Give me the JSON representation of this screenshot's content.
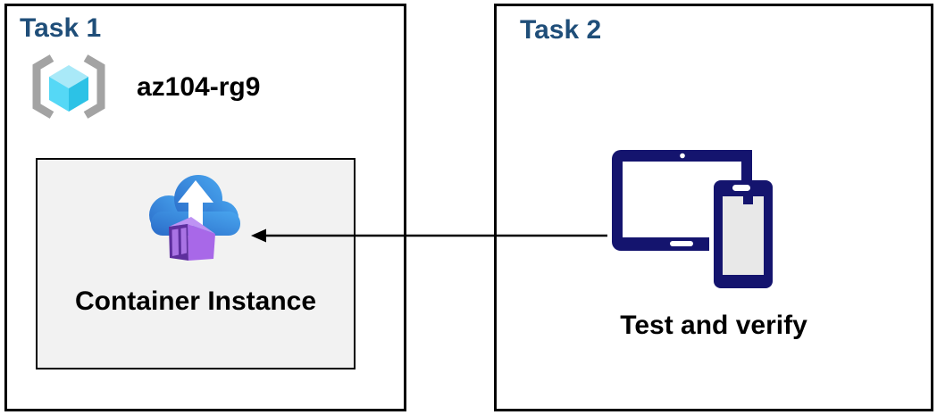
{
  "diagram": {
    "task1": {
      "title": "Task 1",
      "resource_group": {
        "icon": "resource-group-icon",
        "name": "az104-rg9"
      },
      "container_box": {
        "icon": "container-instance-icon",
        "label": "Container Instance"
      }
    },
    "task2": {
      "title": "Task 2",
      "icon": "tablet-and-phone-icon",
      "label": "Test and verify"
    },
    "arrow": {
      "icon": "left-arrow-icon",
      "from": "Test and verify",
      "to": "Container Instance"
    }
  },
  "colors": {
    "task_title_blue": "#1f4e79",
    "box_border": "#000000",
    "inner_box_bg": "#f2f2f2",
    "device_navy": "#14146e",
    "device_screen_gray": "#e8e8e8",
    "bracket_gray": "#a3a3a3",
    "cube_top": "#a9e9f8",
    "cube_left": "#55d8f6",
    "cube_right": "#2cc2e6",
    "cloud_blue_dark": "#2a6bc8",
    "cloud_blue_light": "#49a6ef",
    "container_front": "#5e2f9e",
    "container_door": "#a973e4",
    "container_side": "#a868e8",
    "container_top": "#be93f4",
    "arrow_black": "#000000"
  }
}
